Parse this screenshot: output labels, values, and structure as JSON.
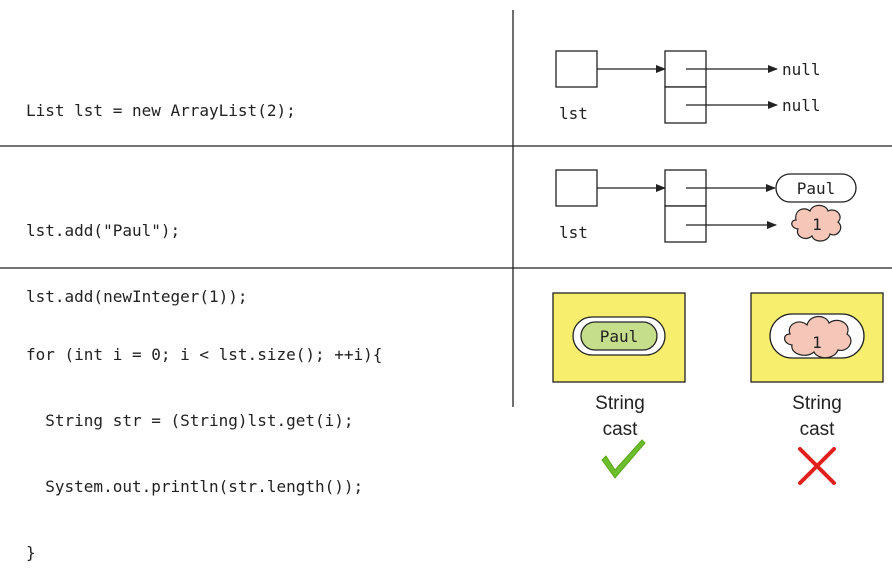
{
  "rows": [
    {
      "code": [
        "List lst = new ArrayList(2);"
      ],
      "var_label": "lst",
      "slot_labels": [
        "null",
        "null"
      ]
    },
    {
      "code": [
        "lst.add(\"Paul\");",
        "lst.add(newInteger(1));"
      ],
      "var_label": "lst",
      "slot_labels": [
        "Paul",
        "1"
      ]
    },
    {
      "code": [
        "for (int i = 0; i < lst.size(); ++i){",
        "  String str = (String)lst.get(i);",
        "  System.out.println(str.length());",
        "}"
      ],
      "casts": [
        {
          "value": "Paul",
          "caption": [
            "String",
            "cast"
          ],
          "result": "check-icon"
        },
        {
          "value": "1",
          "caption": [
            "String",
            "cast"
          ],
          "result": "cross-icon"
        }
      ]
    }
  ],
  "colors": {
    "line": "#222222",
    "panel_fill": "#f7ee6e",
    "string_object_fill": "#c5de8c",
    "integer_object_fill": "#f6c7b8",
    "check": "#6cbf2a",
    "cross": "#e0201c"
  }
}
